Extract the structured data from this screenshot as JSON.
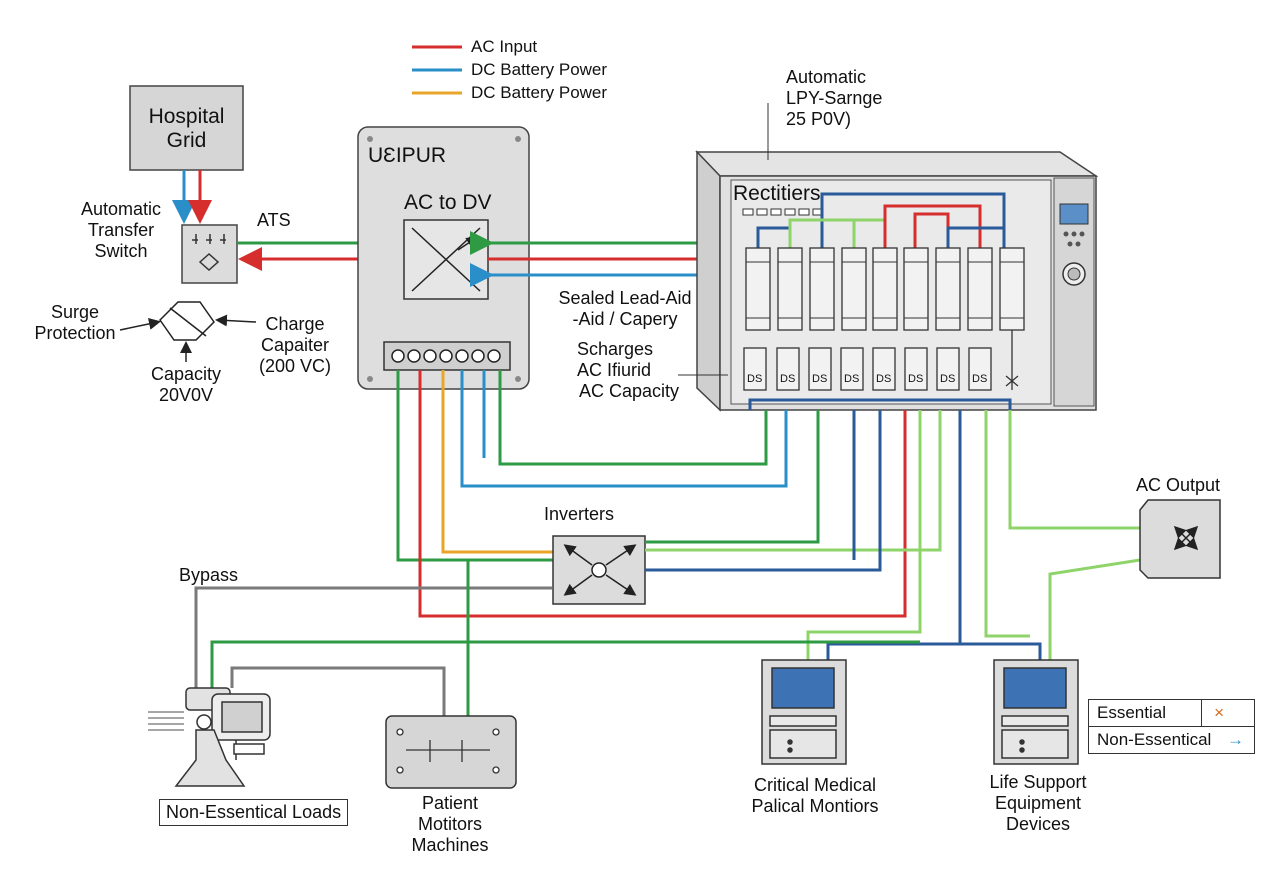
{
  "legend": [
    {
      "label": "AC Input",
      "color": "#d62d2d"
    },
    {
      "label": "DC Battery Power",
      "color": "#2a8fc8"
    },
    {
      "label": "DC Battery Power",
      "color": "#e8a52a"
    }
  ],
  "hospital_grid": {
    "line1": "Hospital",
    "line2": "Grid"
  },
  "ats": {
    "label_lines": [
      "Automatic",
      "Transfer",
      "Switch"
    ],
    "tag": "ATS"
  },
  "surge": {
    "line1": "Surge",
    "line2": "Protection"
  },
  "charge": {
    "line1": "Charge",
    "line2": "Capaiter",
    "line3": "(200 VC)"
  },
  "capacity": {
    "line1": "Capacity",
    "line2": "20V0V"
  },
  "ups_panel": {
    "brand": "UƐIPUR",
    "converter": "AC to  DV"
  },
  "rack": {
    "top_label_lines": [
      "Automatic",
      "LPY-Sarnge",
      "25 P0V)"
    ],
    "rectifiers": "Rectitiers",
    "module_tag": "DS"
  },
  "battery_note": {
    "line1": "Sealed Lead-Aid",
    "line2": "-Aid / Capery"
  },
  "charges_note": {
    "line1": "Scharges",
    "line2": "AC Ifiurid",
    "line3": "AC Capacity"
  },
  "inverters": "Inverters",
  "bypass": "Bypass",
  "ac_output": "AC Output",
  "non_essential_loads": "Non-Essentical Loads",
  "patient_monitors": {
    "line1": "Patient",
    "line2": "Motitors",
    "line3": "Machines"
  },
  "critical_medical": {
    "line1": "Critical Medical",
    "line2": "Palical Montiors"
  },
  "life_support": {
    "line1": "Life Support",
    "line2": "Equipment",
    "line3": "Devices"
  },
  "key_table": {
    "rows": [
      {
        "label": "Essential",
        "marker": "×",
        "marker_color": "#d2691e"
      },
      {
        "label": "Non-Essentical",
        "marker": "→",
        "marker_color": "#2a8fc8"
      }
    ]
  },
  "colors": {
    "red": "#d62d2d",
    "blue": "#2a8fc8",
    "orange": "#e8a52a",
    "green": "#2e9a44",
    "lightgreen": "#8fd46a",
    "navy": "#2a5a9a",
    "gray": "#7a7a7a"
  }
}
